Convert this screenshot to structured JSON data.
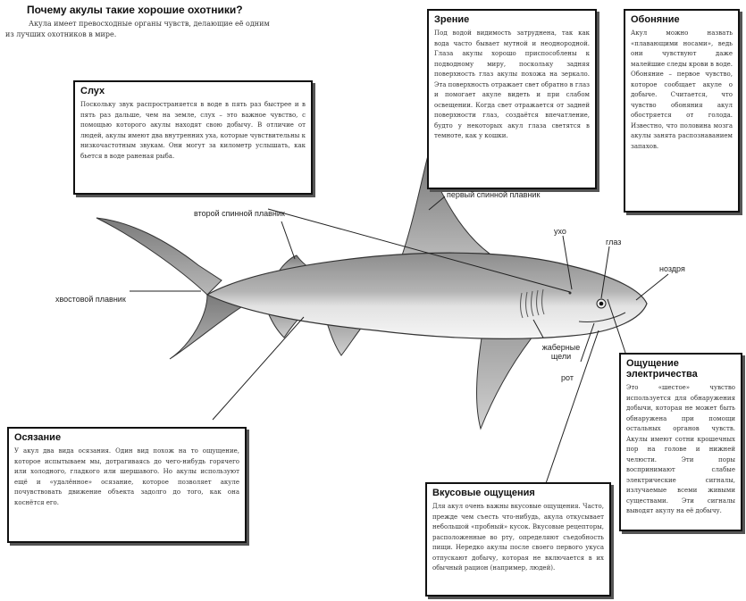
{
  "intro": {
    "title": "Почему акулы такие хорошие охотники?",
    "text": "Акула имеет превосходные органы чувств, делающие её одним из лучших охотников в мире."
  },
  "boxes": {
    "hearing": {
      "title": "Слух",
      "text": "Поскольку звук распространяется в воде в пять раз быстрее и в пять раз дальше, чем на земле, слух – это важное чувство, с помощью которого акулы находят свою добычу. В отличие от людей, акулы имеют два внутренних уха, которые чувствительны к низкочастотным звукам. Они могут за километр услышать, как бьется в воде раненая рыба."
    },
    "vision": {
      "title": "Зрение",
      "text": "Под водой видимость затруднена, так как вода часто бывает мутной и неоднородной. Глаза акулы хорошо приспособлены к подводному миру, поскольку задняя поверхность глаз акулы похожа на зеркало. Эта поверхность отражает свет обратно в глаз и помогает акуле видеть и при слабом освещении. Когда свет отражается от задней поверхности глаз, создаётся впечатление, будто у некоторых акул глаза светятся в темноте, как у кошки."
    },
    "smell": {
      "title": "Обоняние",
      "text": "Акул можно назвать «плавающими носами», ведь они чувствуют даже малейшие следы крови в воде. Обоняние – первое чувство, которое сообщает акуле о добыче. Считается, что чувство обоняния акул обостряется от голода. Известно, что половина мозга акулы занята распознаванием запахов."
    },
    "touch": {
      "title": "Осязание",
      "text": "У акул два вида осязания. Один вид похож на то ощущение, которое испытываем мы, дотрагиваясь до чего-нибудь горячего или холодного, гладкого или шершавого. Но акулы используют ещё и «удалённое» осязание, которое позволяет акуле почувствовать движение объекта задолго до того, как она коснётся его."
    },
    "taste": {
      "title": "Вкусовые ощущения",
      "text": "Для акул очень важны вкусовые ощущения. Часто, прежде чем съесть что-нибудь, акула откусывает небольшой «пробный» кусок. Вкусовые рецепторы, расположенные во рту, определяют съедобность пищи. Нередко акулы после своего первого укуса отпускают добычу, которая не включается в их обычный рацион (например, людей)."
    },
    "electric": {
      "title": "Ощущение электричества",
      "text": "Это «шестое» чувство используется для обнаружения добычи, которая не может быть обнаружена при помощи остальных органов чувств. Акулы имеют сотни крошечных пор на голове и нижней челюсти. Эти поры воспринимают слабые электрические сигналы, излучаемые всеми живыми существами. Эти сигналы выводят акулу на её добычу."
    }
  },
  "labels": {
    "second_dorsal": "второй спинной плавник",
    "first_dorsal": "первый спинной плавник",
    "ear": "ухо",
    "eye": "глаз",
    "nostril": "ноздря",
    "tail": "хвостовой плавник",
    "gills": "жаберные щели",
    "mouth": "рот"
  }
}
